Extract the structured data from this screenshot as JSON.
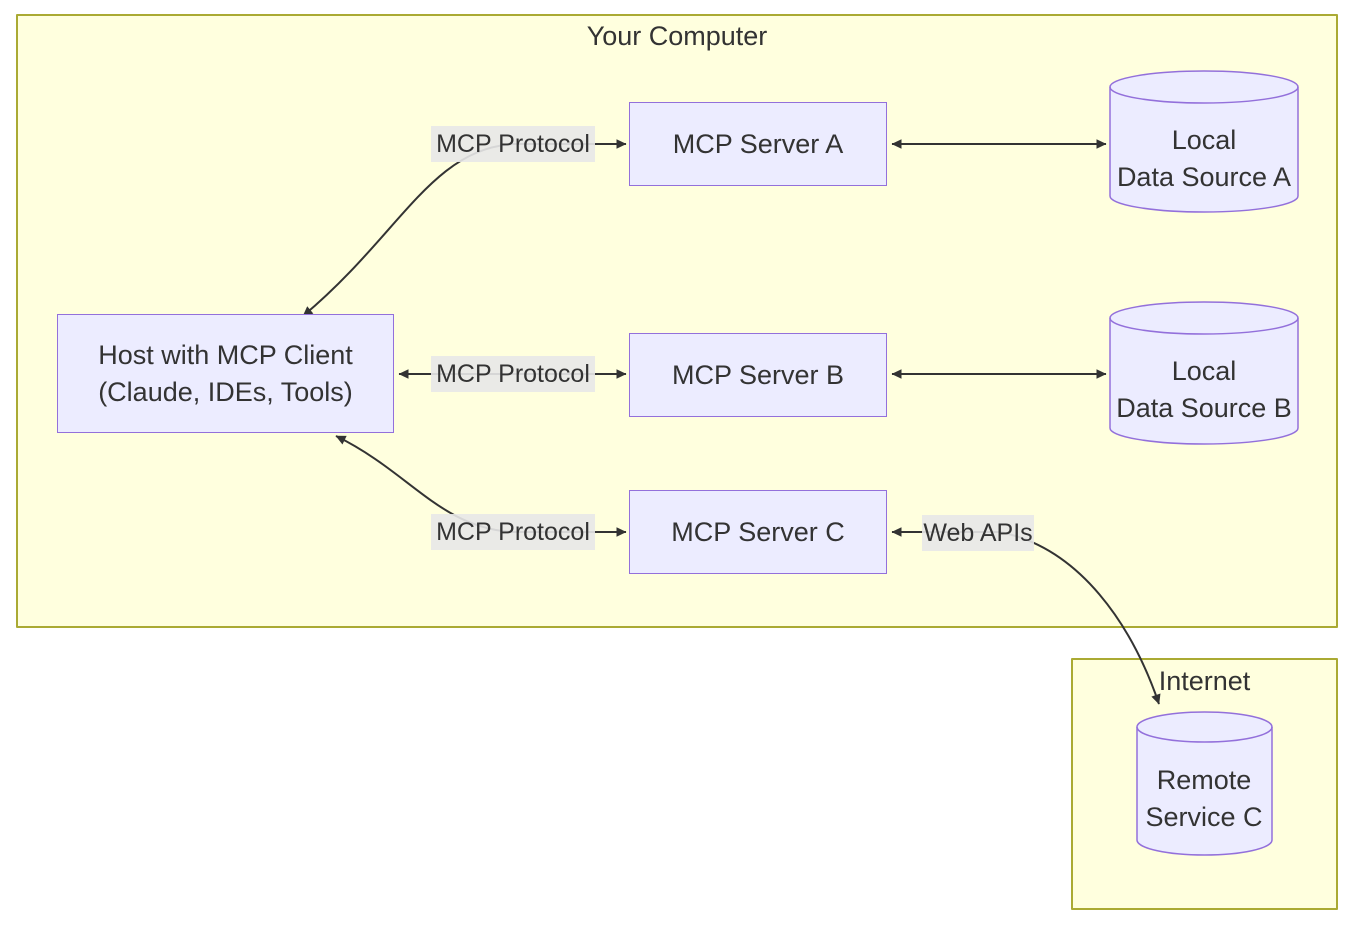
{
  "colors": {
    "node_fill": "#ECECFF",
    "node_border": "#9370DB",
    "cluster_fill": "#ffffde",
    "cluster_border": "#aaaa33",
    "edge_color": "#333333",
    "edge_label_bg": "#e8e8e8",
    "text_color": "#333333",
    "page_bg": "#ffffff"
  },
  "clusters": {
    "your_computer": {
      "title": "Your Computer"
    },
    "internet": {
      "title": "Internet"
    }
  },
  "nodes": {
    "host": {
      "line1": "Host with MCP Client",
      "line2": "(Claude, IDEs, Tools)"
    },
    "server_a": {
      "label": "MCP Server A"
    },
    "server_b": {
      "label": "MCP Server B"
    },
    "server_c": {
      "label": "MCP Server C"
    },
    "data_source_a": {
      "line1": "Local",
      "line2": "Data Source A"
    },
    "data_source_b": {
      "line1": "Local",
      "line2": "Data Source B"
    },
    "remote_service_c": {
      "line1": "Remote",
      "line2": "Service C"
    }
  },
  "edges": {
    "host_server_a": {
      "label": "MCP Protocol"
    },
    "host_server_b": {
      "label": "MCP Protocol"
    },
    "host_server_c": {
      "label": "MCP Protocol"
    },
    "server_a_data_source_a": {
      "label": ""
    },
    "server_b_data_source_b": {
      "label": ""
    },
    "server_c_remote_service": {
      "label": "Web APIs"
    }
  }
}
